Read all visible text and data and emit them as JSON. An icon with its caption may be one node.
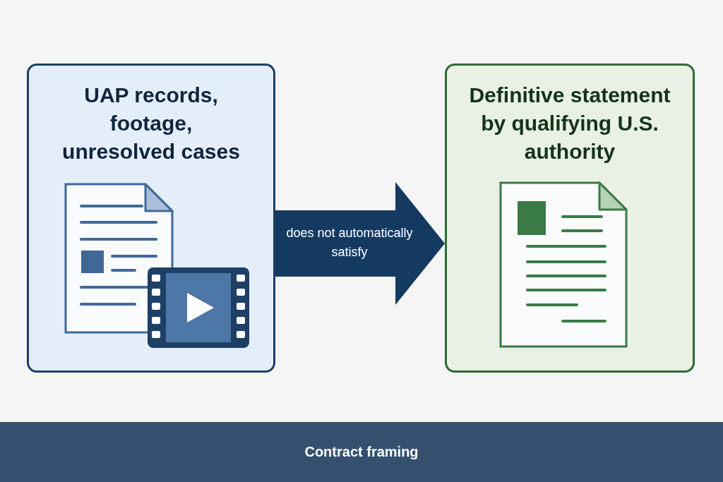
{
  "diagram": {
    "caption": "Contract framing",
    "nodes": [
      {
        "text": [
          "UAP records, footage, unresolved cases"
        ]
      },
      {
        "text": [
          "Definitive statement by qualifying U.S. authority"
        ]
      }
    ],
    "edges": [
      {
        "from": 0,
        "to": 1,
        "arrow": "to",
        "label": "does not automatically satisfy",
        "style": "thick"
      }
    ]
  }
}
